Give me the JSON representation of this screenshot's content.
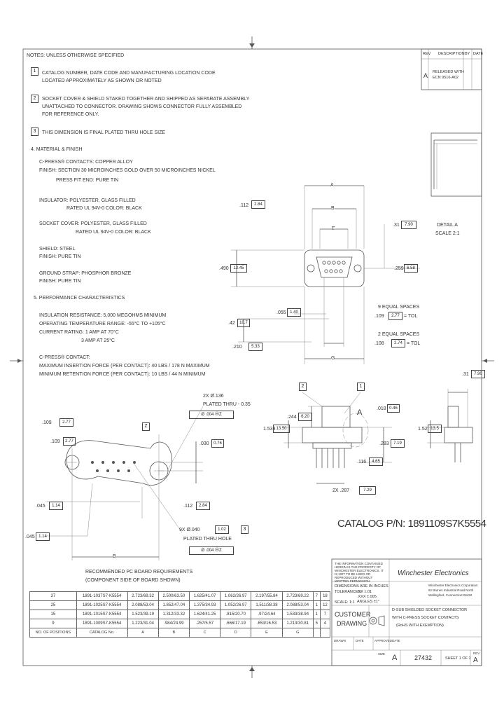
{
  "notes": {
    "header": "NOTES: UNLESS OTHERWISE SPECIFIED",
    "n1_num": "1",
    "n1_l1": "CATALOG NUMBER, DATE CODE AND MANUFACTURING LOCATION CODE",
    "n1_l2": "LOCATED APPROXIMATELY AS SHOWN OR NOTED",
    "n2_num": "2",
    "n2_l1": "SOCKET COVER & SHIELD STAKED TOGETHER AND SHIPPED AS SEPARATE ASSEMBLY",
    "n2_l2": "UNATTACHED TO CONNECTOR. DRAWING SHOWS CONNECTOR FULLY ASSEMBLED",
    "n2_l3": "FOR REFERENCE ONLY.",
    "n3_num": "3",
    "n3_l1": "THIS DIMENSION IS FINAL PLATED THRU HOLE SIZE",
    "n4": "4. MATERIAL & FINISH",
    "contacts_l1": "C-PRESS® CONTACTS: COPPER ALLOY",
    "contacts_l2": "FINISH: SECTION 30 MICROINCHES GOLD OVER 50 MICROINCHES NICKEL",
    "contacts_l3": "PRESS FIT END: PURE TIN",
    "insulator_l1": "INSULATOR: POLYESTER, GLASS FILLED",
    "insulator_l2": "RATED UL 94V-0 COLOR: BLACK",
    "cover_l1": "SOCKET COVER: POLYESTER, GLASS FILLED",
    "cover_l2": "RATED UL 94V-0 COLOR: BLACK",
    "shield_l1": "SHIELD: STEEL",
    "shield_l2": "FINISH: PURE TIN",
    "ground_l1": "GROUND STRAP: PHOSPHOR BRONZE",
    "ground_l2": "FINISH: PURE TIN",
    "n5": "5. PERFORMANCE CHARACTERISTICS",
    "perf_l1": "INSULATION RESISTANCE: 5,000 MEGOHMS MINIMUM",
    "perf_l2": "OPERATING TEMPERATURE RANGE: -55°C TO +105°C",
    "perf_l3": "CURRENT RATING: 1 AMP AT 70°C",
    "perf_l4": "3 AMP AT 25°C",
    "cpress_l1": "C-PRESS® CONTACT:",
    "cpress_l2": "MAXIMUM INSERTION FORCE (PER CONTACT): 40 LBS / 178 N MAXIMUM",
    "cpress_l3": "MINIMUM RETENTION FORCE (PER CONTACT): 10 LBS / 44 N MINIMUM"
  },
  "revision": {
    "col_rev": "REV",
    "col_desc": "DESCRIPTION",
    "col_by": "BY",
    "col_date": "DATE",
    "rev": "A",
    "desc_l1": "RELEASED WITH",
    "desc_l2": "ECN 9516-A02"
  },
  "dims": {
    "A": "A",
    "B": "B",
    "E": "E",
    "G": "G",
    "d112": ".112",
    "d112b": "2.84",
    "d31": ".31",
    "d31b": "7.90",
    "detail": "DETAIL A",
    "scale": "SCALE 2:1",
    "d490": ".490",
    "d490b": "12.45",
    "d259": ".259",
    "d259b": "6.58",
    "d055": ".055",
    "d055b": "1.40",
    "equal9": "9 EQUAL SPACES",
    "d109": ".109",
    "d109b": "2.77",
    "d108": ".108",
    "d108b": "2.74",
    "d42": ".42",
    "d42b": "10.7",
    "d210": ".210",
    "d210b": "5.33",
    "equal2": "2 EQUAL SPACES",
    "d108c": ".108",
    "d108cb": "2.74",
    "tol": "= TOL",
    "hole_l1": "2X Ø.136",
    "hole_l2": "PLATED THRU - 0.35",
    "hole_l3": "Ø .004 ⓂZ",
    "holes2x": "2X Ø.136",
    "d030": ".030",
    "d030b": "0.76",
    "d045": ".045",
    "d045b": "1.14",
    "d112c": ".112",
    "d112cb": "2.84",
    "d109c": ".109",
    "d109cb": "2.77",
    "d109d": ".109",
    "d109db": "2.77",
    "pad9": "9X Ø.040",
    "pad9b": "1.02",
    "pad9l2": "PLATED THRU HOLE",
    "pad9l3": "Ø .004 ⓂZ",
    "d045c": ".045",
    "d045cb": "1.14",
    "dB": "B",
    "d244": ".244",
    "d244b": "6.20",
    "d533": "1.533",
    "d533b": "13.50",
    "d018": ".018",
    "d018b": "0.46",
    "d283": ".283",
    "d283b": "7.19",
    "d11": ".116",
    "d11b": "4.65",
    "d2x": "2X .287",
    "d2xb": "7.29",
    "d31r": ".31",
    "d31rb": "7.90",
    "d152": "1.52",
    "d152b": "13.5",
    "callout1": "1",
    "callout2": "2",
    "detA": "A",
    "Z": "Z"
  },
  "catalog": {
    "label": "CATALOG P/N:",
    "value": "1891109S7K5554"
  },
  "pcb": {
    "l1": "RECOMMENDED PC BOARD REQUIREMENTS",
    "l2": "(COMPONENT SIDE OF BOARD SHOWN)"
  },
  "table": {
    "headers": [
      "NO. OF POSITIONS",
      "CATALOG No.",
      "A",
      "B",
      "C",
      "D",
      "E",
      "G",
      "",
      ""
    ],
    "rows": [
      [
        "37",
        "1891-1037S7-K5554",
        "2.723/69.32",
        "2.500/63.50",
        "1.625/41.07",
        "1.062/26.97",
        "2.197/55.84",
        "2.723/69.22",
        "7",
        "18"
      ],
      [
        "25",
        "1891-1025S7-K5554",
        "2.088/53.04",
        "1.852/47.04",
        "1.375/34.93",
        "1.052/26.97",
        "1.511/38.38",
        "2.088/53.04",
        "1",
        "12"
      ],
      [
        "15",
        "1891-1015S7-K5554",
        "1.523/39.19",
        "1.312/33.32",
        "1.624/41.25",
        ".815/20.70",
        ".97/24.64",
        "1.533/38.94",
        "1",
        "7"
      ],
      [
        "9",
        "1891-1009S7-K5554",
        "1.223/31.04",
        ".984/24.99",
        ".257/5.57",
        ".666/17.19",
        ".653/16.53",
        "1.213/30.81",
        "5",
        "4"
      ]
    ]
  },
  "title_block": {
    "disclaimer": "THE INFORMATION CONTAINED HEREIN IS THE PROPERTY OF WINCHESTER ELECTRONICS. IT IS NOT TO BE USED OR REPRODUCED WITHOUT WRITTEN PERMISSION.",
    "dim_l1": "DIMENSIONS ARE IN INCHES",
    "dim_l2": "TOLERANCES:",
    "tol_l1": ".XX ±.01",
    "tol_l2": ".XXX ±.005",
    "tol_l3": "ANGLES ±1°",
    "third_angle": "THIRD ANGLE",
    "projection": "PROJECTION",
    "scale": "SCALE: 1:1",
    "company": "Winchester Electronics",
    "company_l1": "Winchester Electronics Corporation",
    "company_l2": "62 Barnes Industrial Road North",
    "company_l3": "Wallingford, Connecticut 06492",
    "customer": "CUSTOMER",
    "drawing": "DRAWING",
    "desc_l1": "D-SUB SHIELDED SOCKET CONNECTOR",
    "desc_l2": "WITH C-PRESS SOCKET CONTACTS",
    "desc_l3": "(RoHS WITH EXEMPTION)",
    "drawn": "DRAWN",
    "date": "DATE",
    "approved": "APPROVED",
    "date2": "DATE",
    "size": "SIZE",
    "size_v": "A",
    "dwg_no": "27432",
    "sheet": "SHEET 1 OF 1",
    "rev": "REV",
    "rev_v": "A"
  }
}
